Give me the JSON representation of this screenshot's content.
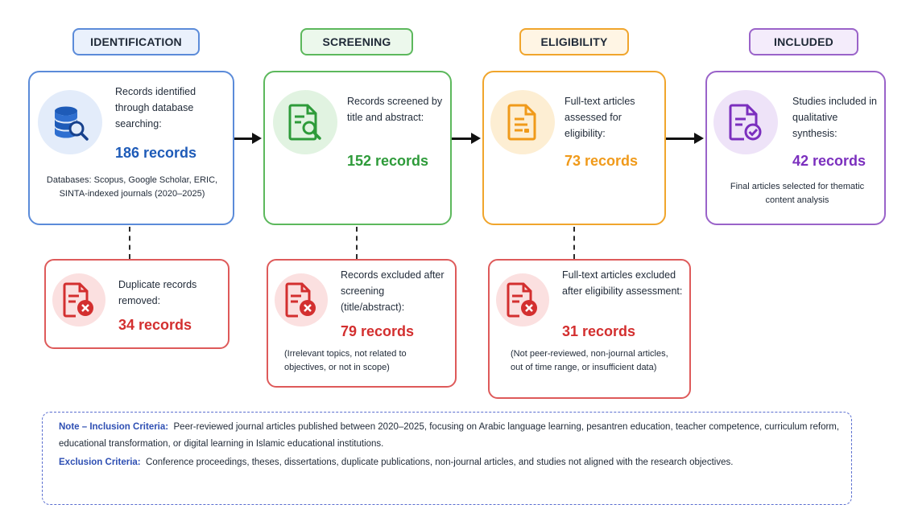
{
  "stages": {
    "identification": "IDENTIFICATION",
    "screening": "SCREENING",
    "eligibility": "ELIGIBILITY",
    "included": "INCLUDED"
  },
  "identification": {
    "text": "Records identified through database searching:",
    "count": "186 records",
    "note": "Databases: Scopus, Google Scholar, ERIC, SINTA-indexed journals (2020–2025)"
  },
  "screening": {
    "text": "Records screened by title and abstract:",
    "count": "152 records"
  },
  "eligibility": {
    "text": "Full-text articles assessed for eligibility:",
    "count": "73 records"
  },
  "included": {
    "text": "Studies included in qualitative synthesis:",
    "count": "42 records",
    "note": "Final articles selected for thematic content analysis"
  },
  "excluded": [
    {
      "text": "Duplicate records removed:",
      "count": "34 records",
      "note": ""
    },
    {
      "text": "Records excluded after screening (title/abstract):",
      "count": "79 records",
      "note": "(Irrelevant topics, not related to objectives, or not in scope)"
    },
    {
      "text": "Full-text articles excluded after eligibility assessment:",
      "count": "31 records",
      "note": "(Not peer-reviewed, non-journal articles, out of time range, or insufficient data)"
    }
  ],
  "criteria": {
    "inclusion_label": "Note – Inclusion Criteria:",
    "inclusion_text": "Peer-reviewed journal articles published between 2020–2025, focusing on Arabic language learning, pesantren education, teacher competence, curriculum reform, educational transformation, or digital learning in Islamic educational institutions.",
    "exclusion_label": "Exclusion Criteria:",
    "exclusion_text": "Conference proceedings, theses, dissertations, duplicate publications, non-journal articles, and studies not aligned with the research objectives."
  },
  "colors": {
    "identification": "#5b8bd9",
    "screening": "#5cb85c",
    "eligibility": "#f0a52c",
    "included": "#9a63c9",
    "excluded": "#de5a5a"
  },
  "icons": {
    "identification": "database-search-icon",
    "screening": "document-search-icon",
    "eligibility": "document-icon",
    "included": "document-check-icon",
    "excluded": "document-remove-icon"
  }
}
